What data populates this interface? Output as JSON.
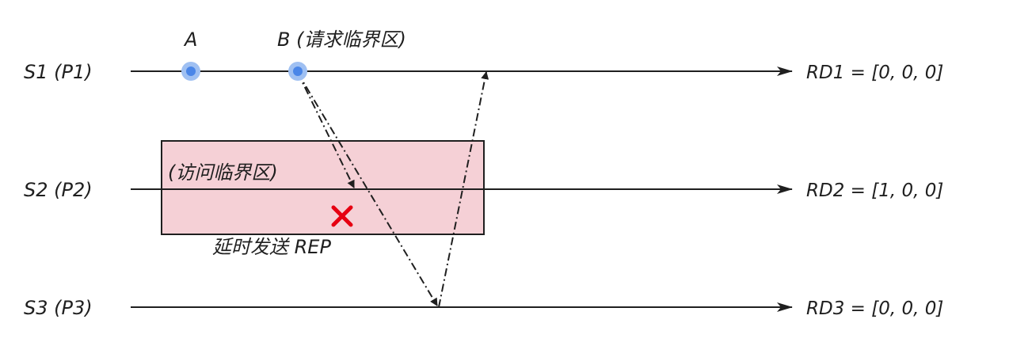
{
  "processes": [
    {
      "id": "s1",
      "label": "S1 (P1)",
      "rd": "RD1 = [0, 0, 0]"
    },
    {
      "id": "s2",
      "label": "S2 (P2)",
      "rd": "RD2 = [1, 0, 0]"
    },
    {
      "id": "s3",
      "label": "S3 (P3)",
      "rd": "RD3 = [0, 0, 0]"
    }
  ],
  "events": {
    "a": "A",
    "b": "B (请求临界区)"
  },
  "critical_section": {
    "label": "(访问临界区)",
    "delay_note": "延时发送 REP",
    "fill_color": "#f5d0d6",
    "mark_color": "#e60012"
  },
  "colors": {
    "line": "#1f1f1f",
    "event_fill": "#4a86e8",
    "event_halo": "#9fc0f2"
  }
}
